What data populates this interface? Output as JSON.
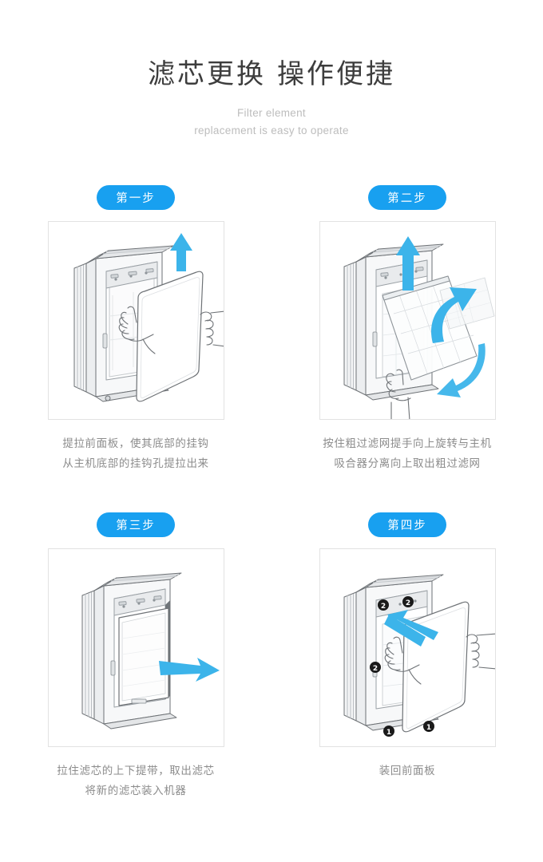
{
  "header": {
    "title_part1": "滤芯更换",
    "title_part2": "操作便捷",
    "subtitle_line1": "Filter element",
    "subtitle_line2": "replacement is easy to operate"
  },
  "colors": {
    "badge_blue": "#18a0f0",
    "arrow_blue": "#3cb4ea",
    "title_gray": "#3d3d3d",
    "subtitle_gray": "#bdbdbd",
    "caption_gray": "#8c8c8c",
    "frame_border": "#e2e2e2",
    "marker_black": "#1a1a1a",
    "device_outline": "#6e7276"
  },
  "steps": [
    {
      "badge": "第一步",
      "caption_line1": "提拉前面板，使其底部的挂钩",
      "caption_line2": "从主机底部的挂钩孔提拉出来",
      "illustration": "air-purifier-front-panel-removal",
      "arrows": [
        "up-arrow"
      ],
      "markers": []
    },
    {
      "badge": "第二步",
      "caption_line1": "按住粗过滤网提手向上旋转与主机",
      "caption_line2": "吸合器分离向上取出粗过滤网",
      "illustration": "air-purifier-pre-filter-mesh-removal",
      "arrows": [
        "up-arrow",
        "curved-up-arrow",
        "curved-swing-arrow"
      ],
      "markers": []
    },
    {
      "badge": "第三步",
      "caption_line1": "拉住滤芯的上下提带，取出滤芯",
      "caption_line2": "将新的滤芯装入机器",
      "illustration": "air-purifier-hepa-filter-pullout",
      "arrows": [
        "right-arrow"
      ],
      "markers": []
    },
    {
      "badge": "第四步",
      "caption_line1": "装回前面板",
      "caption_line2": "",
      "illustration": "air-purifier-front-panel-reinstall",
      "arrows": [
        "diagonal-left-arrow"
      ],
      "markers": [
        "1",
        "1",
        "2",
        "2",
        "2"
      ]
    }
  ]
}
